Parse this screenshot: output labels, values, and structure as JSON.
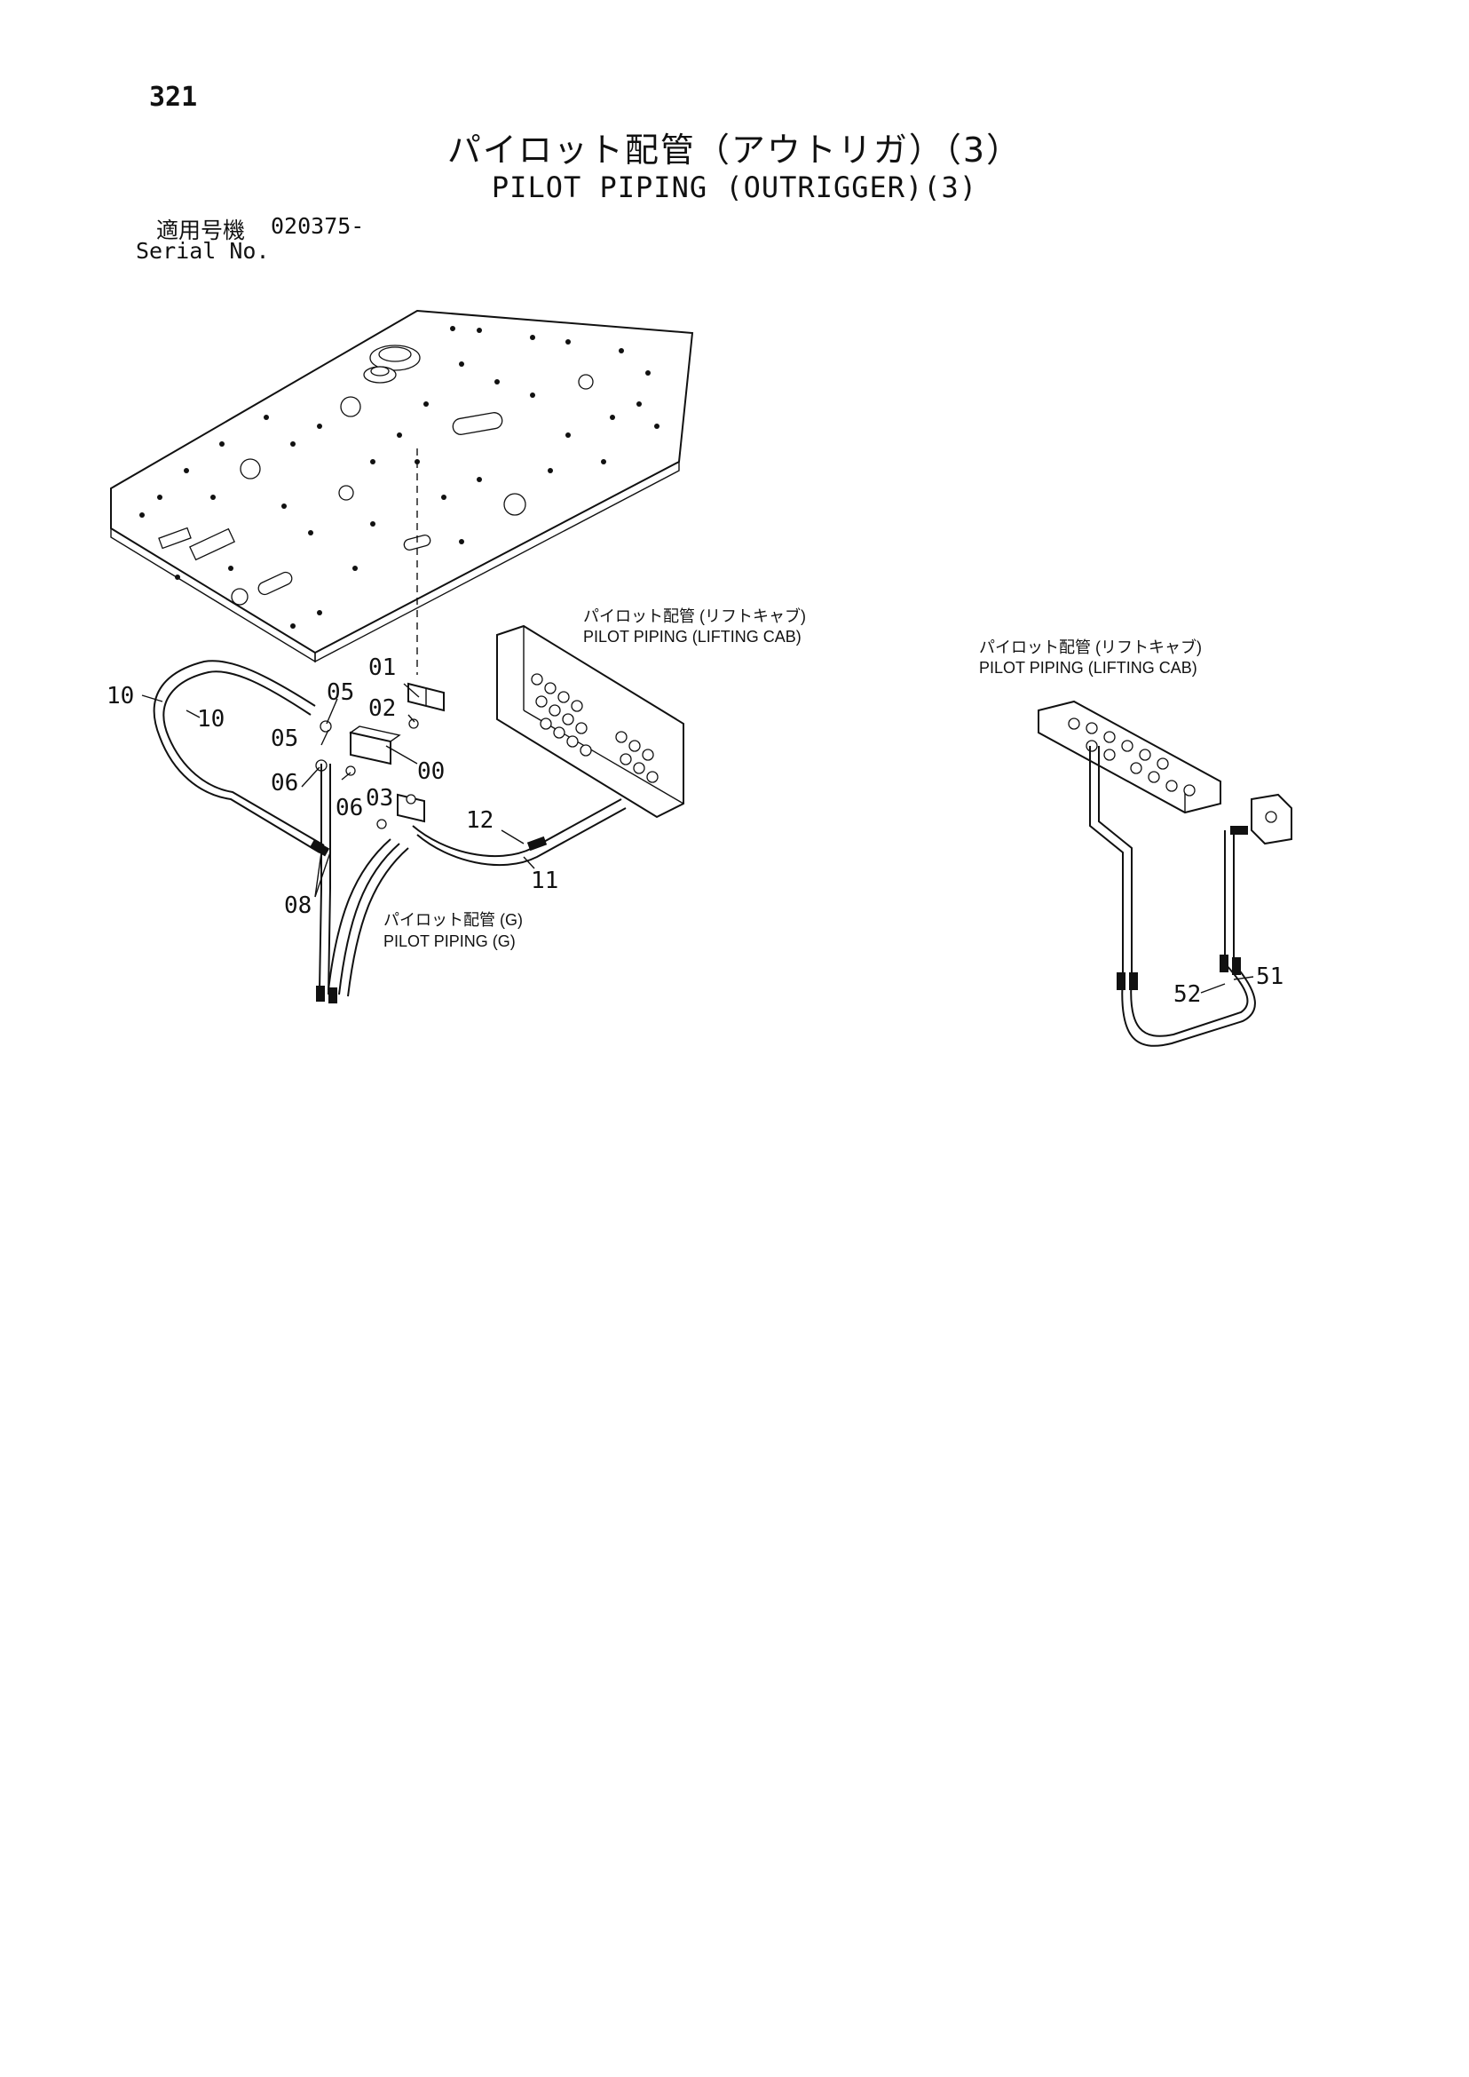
{
  "header": {
    "page_number": "321",
    "title_jp": "パイロット配管（アウトリガ）（3）",
    "title_en": "PILOT PIPING (OUTRIGGER)(3)",
    "serial_label_jp": "適用号機",
    "serial_value": "020375-",
    "serial_label_en": "Serial No."
  },
  "callouts": {
    "c00": "00",
    "c01": "01",
    "c02": "02",
    "c03": "03",
    "c05a": "05",
    "c05b": "05",
    "c06a": "06",
    "c06b": "06",
    "c08": "08",
    "c10a": "10",
    "c10b": "10",
    "c11": "11",
    "c12": "12",
    "c51": "51",
    "c52": "52"
  },
  "notes": {
    "lifting_cab_1_jp": "パイロット配管 (リフトキャブ)",
    "lifting_cab_1_en": "PILOT PIPING (LIFTING CAB)",
    "lifting_cab_2_jp": "パイロット配管 (リフトキャブ)",
    "lifting_cab_2_en": "PILOT PIPING (LIFTING CAB)",
    "pilot_g_jp": "パイロット配管 (G)",
    "pilot_g_en": "PILOT PIPING (G)"
  }
}
